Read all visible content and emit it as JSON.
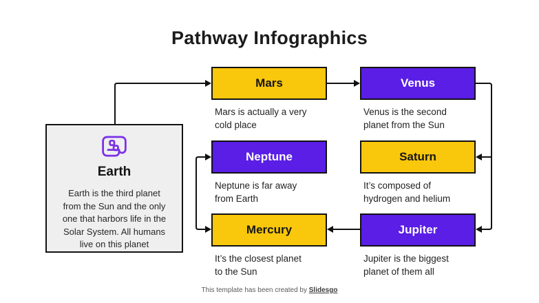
{
  "title": "Pathway Infographics",
  "colors": {
    "node_yellow": "#F9C70C",
    "node_purple": "#5A1EE6",
    "earth_box_bg": "#EFEFEF",
    "icon_purple": "#7B2FE8",
    "connector_black": "#111111"
  },
  "earth_card": {
    "icon": "map-scroll-icon",
    "title": "Earth",
    "description": "Earth is the third planet\nfrom the Sun and the only\none that harbors life in the\nSolar System. All humans\nlive on this planet"
  },
  "cards": [
    {
      "title": "Mars",
      "color": "yellow",
      "caption": "Mars is actually a very\ncold place"
    },
    {
      "title": "Venus",
      "color": "purple",
      "caption": "Venus is the second\nplanet from the Sun"
    },
    {
      "title": "Neptune",
      "color": "purple",
      "caption": "Neptune is far away\nfrom Earth"
    },
    {
      "title": "Saturn",
      "color": "yellow",
      "caption": "It’s composed of\nhydrogen and helium"
    },
    {
      "title": "Mercury",
      "color": "yellow",
      "caption": "It’s the closest planet\nto the Sun"
    },
    {
      "title": "Jupiter",
      "color": "purple",
      "caption": "Jupiter is the biggest\nplanet of them all"
    }
  ],
  "connectors": [
    {
      "from": "earth-top",
      "to": "mars-left"
    },
    {
      "from": "mars-right",
      "to": "venus-left"
    },
    {
      "from": "venus-right-rail",
      "to": "saturn-right"
    },
    {
      "from": "venus-right-rail",
      "to": "jupiter-right"
    },
    {
      "from": "jupiter-left",
      "to": "mercury-right"
    },
    {
      "from": "left-rail",
      "to": "neptune-left"
    },
    {
      "from": "left-rail",
      "to": "mercury-left"
    }
  ],
  "footer": {
    "prefix": "This template has been created by ",
    "brand": "Slidesgo"
  }
}
